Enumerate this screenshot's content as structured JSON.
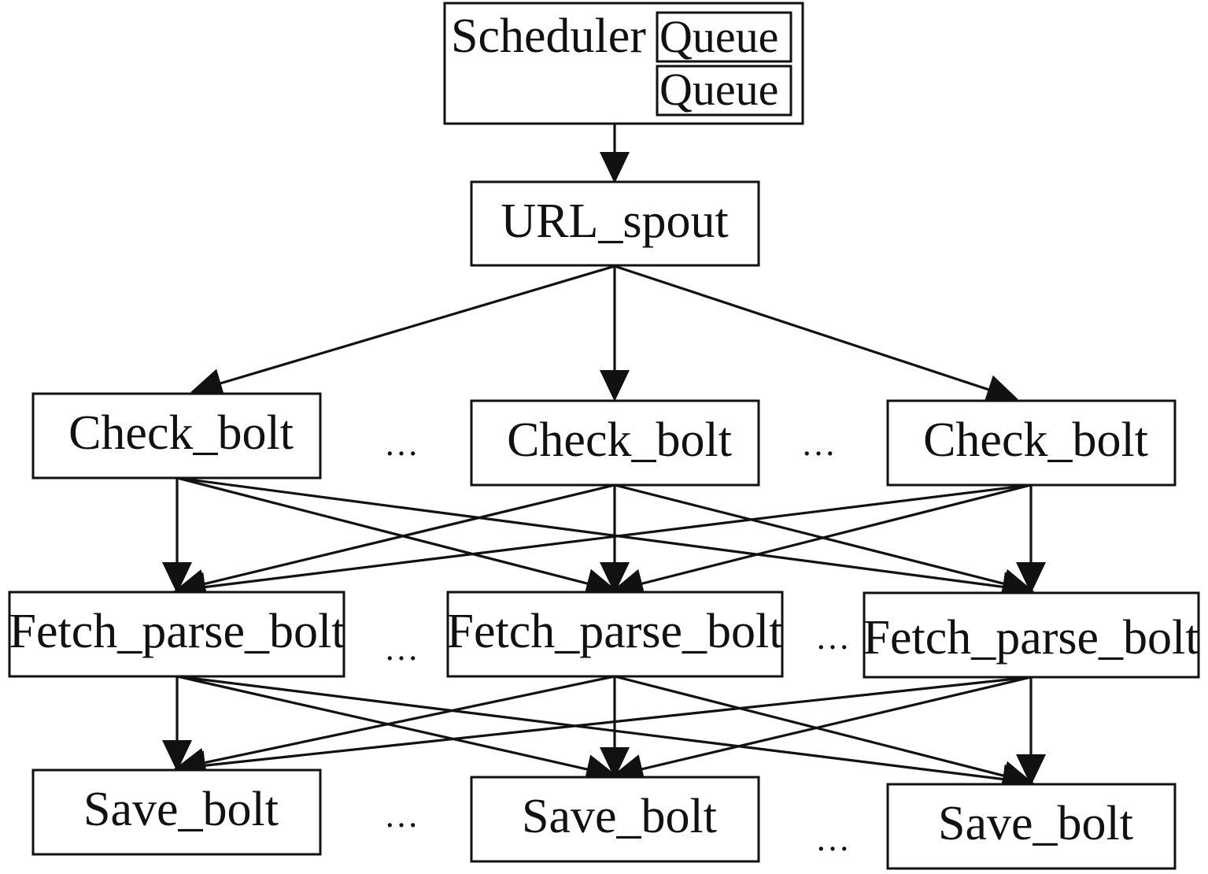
{
  "scheduler": {
    "label": "Scheduler",
    "queues": [
      "Queue",
      "Queue"
    ]
  },
  "spout": {
    "label": "URL_spout"
  },
  "check_bolts": [
    "Check_bolt",
    "Check_bolt",
    "Check_bolt"
  ],
  "fetch_parse_bolts": [
    "Fetch_parse_bolt",
    "Fetch_parse_bolt",
    "Fetch_parse_bolt"
  ],
  "save_bolts": [
    "Save_bolt",
    "Save_bolt",
    "Save_bolt"
  ],
  "ellipsis": "…",
  "colors": {
    "stroke": "#111111",
    "background": "#ffffff"
  }
}
